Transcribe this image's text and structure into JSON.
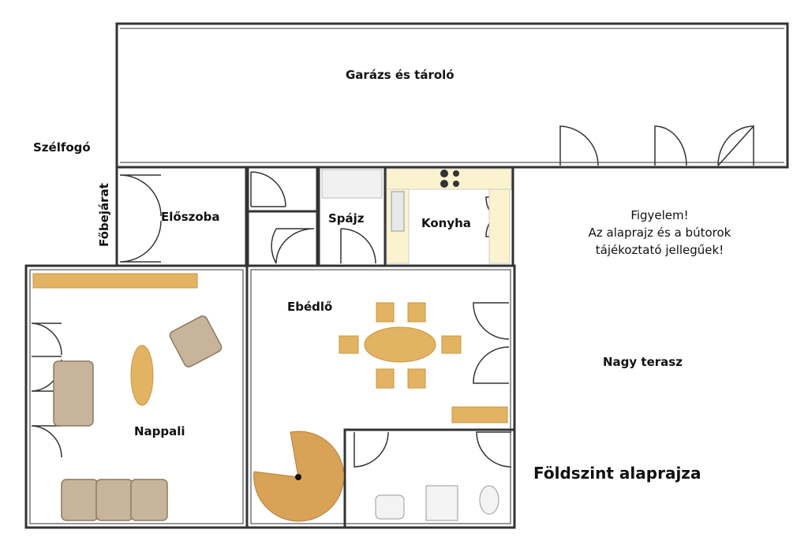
{
  "title": "Földszint alaprajza",
  "rooms": {
    "garage": "Garázs és tároló",
    "vestibule": "Szélfogó",
    "main_entrance": "Főbejárat",
    "hall": "Előszoba",
    "pantry": "Spájz",
    "kitchen": "Konyha",
    "dining": "Ebédlő",
    "living": "Nappali",
    "terrace": "Nagy terasz"
  },
  "notice": {
    "line1": "Figyelem!",
    "line2": "Az alaprajz és a bútorok",
    "line3": "tájékoztató jellegűek!"
  },
  "colors": {
    "wall": "#333333",
    "wood": "#e2b363",
    "sofa": "#c8b49a",
    "counter": "#fbf3cf"
  }
}
